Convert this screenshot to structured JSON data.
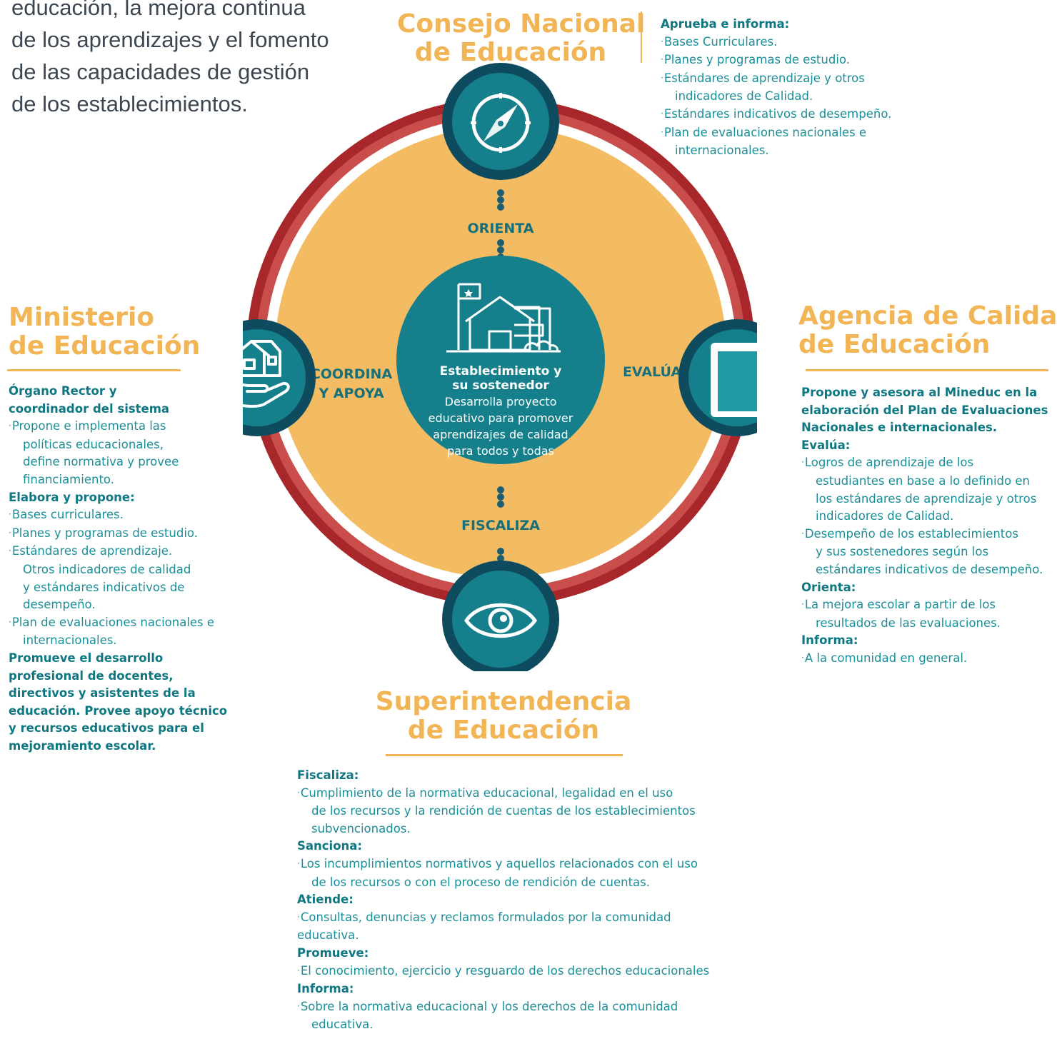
{
  "intro_lines": [
    "educación, la mejora continua",
    "de los aprendizajes y el fomento",
    "de las capacidades de gestión",
    "de los establecimientos."
  ],
  "colors": {
    "accent_yellow": "#f2b555",
    "teal": "#1a8f99",
    "teal_dark": "#0e4b5e",
    "ring_red": "#a8272a",
    "ring_red_light": "#c94e4b"
  },
  "consejo": {
    "title_lines": [
      "Consejo Nacional",
      "de Educación"
    ],
    "icon": "compass-icon",
    "info": [
      {
        "t": "h",
        "text": "Aprueba e informa:"
      },
      {
        "t": "b",
        "text": "Bases Curriculares."
      },
      {
        "t": "b",
        "text": "Planes y programas de estudio."
      },
      {
        "t": "b",
        "text": "Estándares de aprendizaje y otros"
      },
      {
        "t": "c",
        "text": "indicadores de Calidad."
      },
      {
        "t": "b",
        "text": "Estándares indicativos de desempeño."
      },
      {
        "t": "b",
        "text": "Plan de evaluaciones nacionales e"
      },
      {
        "t": "c",
        "text": "internacionales."
      }
    ]
  },
  "ministerio": {
    "title_lines": [
      "Ministerio",
      "de Educación"
    ],
    "icon": "house-in-hand-icon",
    "info": [
      {
        "t": "h",
        "text": "Órgano Rector y"
      },
      {
        "t": "h",
        "text": "coordinador del sistema"
      },
      {
        "t": "b",
        "text": "Propone e implementa las"
      },
      {
        "t": "c",
        "text": "políticas educacionales,"
      },
      {
        "t": "c",
        "text": "define normativa y provee"
      },
      {
        "t": "c",
        "text": "financiamiento."
      },
      {
        "t": "h",
        "text": "Elabora y propone:"
      },
      {
        "t": "b",
        "text": "Bases curriculares."
      },
      {
        "t": "b",
        "text": "Planes y programas de estudio."
      },
      {
        "t": "b",
        "text": "Estándares de aprendizaje."
      },
      {
        "t": "c",
        "text": "Otros indicadores de calidad"
      },
      {
        "t": "c",
        "text": "y estándares indicativos de"
      },
      {
        "t": "c",
        "text": "desempeño."
      },
      {
        "t": "b",
        "text": "Plan de evaluaciones nacionales e"
      },
      {
        "t": "c",
        "text": "internacionales."
      },
      {
        "t": "p",
        "text": "Promueve el desarrollo"
      },
      {
        "t": "p",
        "text": "profesional de docentes,"
      },
      {
        "t": "p",
        "text": "directivos y asistentes de la"
      },
      {
        "t": "p",
        "text": "educación. Provee apoyo técnico"
      },
      {
        "t": "p",
        "text": "y recursos educativos para el"
      },
      {
        "t": "p",
        "text": "mejoramiento escolar."
      }
    ]
  },
  "agencia": {
    "title_lines": [
      "Agencia de Calidad",
      "de Educación"
    ],
    "icon": "clipboard-icon",
    "info": [
      {
        "t": "h",
        "text": "Propone y asesora al Mineduc en la"
      },
      {
        "t": "h",
        "text": "elaboración del Plan de Evaluaciones"
      },
      {
        "t": "h",
        "text": "Nacionales e internacionales."
      },
      {
        "t": "h",
        "text": "Evalúa:"
      },
      {
        "t": "b",
        "text": "Logros de aprendizaje de los"
      },
      {
        "t": "c",
        "text": "estudiantes en base a lo definido en"
      },
      {
        "t": "c",
        "text": "los estándares de aprendizaje y otros"
      },
      {
        "t": "c",
        "text": "indicadores de Calidad."
      },
      {
        "t": "b",
        "text": "Desempeño de los establecimientos"
      },
      {
        "t": "c",
        "text": "y sus sostenedores según los"
      },
      {
        "t": "c",
        "text": "estándares indicativos de desempeño."
      },
      {
        "t": "h",
        "text": "Orienta:"
      },
      {
        "t": "b",
        "text": "La mejora escolar a partir de los"
      },
      {
        "t": "c",
        "text": "resultados de las evaluaciones."
      },
      {
        "t": "h",
        "text": "Informa:"
      },
      {
        "t": "b",
        "text": "A la comunidad en general."
      }
    ]
  },
  "superintendencia": {
    "title_lines": [
      "Superintendencia",
      "de Educación"
    ],
    "icon": "eye-icon",
    "info": [
      {
        "t": "h",
        "text": "Fiscaliza:"
      },
      {
        "t": "b",
        "text": "Cumplimiento de la normativa educacional, legalidad en el uso"
      },
      {
        "t": "c",
        "text": "de los recursos y la rendición de cuentas de los establecimientos"
      },
      {
        "t": "c",
        "text": "subvencionados."
      },
      {
        "t": "h",
        "text": "Sanciona:"
      },
      {
        "t": "b",
        "text": "Los incumplimientos normativos y aquellos relacionados con el uso"
      },
      {
        "t": "c",
        "text": "de los recursos o con el proceso de rendición de cuentas."
      },
      {
        "t": "h",
        "text": "Atiende:"
      },
      {
        "t": "b",
        "text": "Consultas, denuncias y reclamos formulados por la comunidad"
      },
      {
        "t": "n",
        "text": "educativa."
      },
      {
        "t": "h",
        "text": "Promueve:"
      },
      {
        "t": "b",
        "text": "El conocimiento, ejercicio y resguardo de los derechos educacionales"
      },
      {
        "t": "h",
        "text": "Informa:"
      },
      {
        "t": "b",
        "text": "Sobre la normativa educacional y los derechos de la comunidad"
      },
      {
        "t": "c",
        "text": "educativa."
      }
    ]
  },
  "center": {
    "icon": "school-building-icon",
    "title_lines": [
      "Establecimiento y",
      "su sostenedor"
    ],
    "body_lines": [
      "Desarrolla proyecto",
      "educativo para promover",
      "aprendizajes de calidad",
      "para todos y todas"
    ]
  },
  "verbs": {
    "orienta": "ORIENTA",
    "fiscaliza": "FISCALIZA",
    "evalua": "EVALÚA",
    "coordina_lines": [
      "COORDINA",
      "Y APOYA"
    ]
  }
}
